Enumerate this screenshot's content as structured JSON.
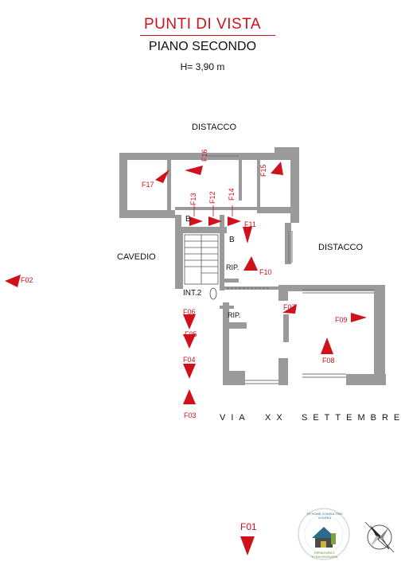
{
  "header": {
    "title": "PUNTI DI VISTA",
    "floor": "PIANO SECONDO",
    "height": "H= 3,90 m"
  },
  "labels": {
    "distacco_top": "DISTACCO",
    "distacco_right": "DISTACCO",
    "cavedio": "CAVEDIO",
    "int2": "INT.2",
    "rip1": "RIP.",
    "rip2": "RIP.",
    "b1": "B",
    "b2": "B"
  },
  "street": {
    "part1": "VIA",
    "part2": "XX",
    "part3": "SETTEMBRE"
  },
  "viewpoints": {
    "f01": "F01",
    "f02": "F02",
    "f03": "F03",
    "f04": "F04",
    "f05": "F05",
    "f06": "F06",
    "f07": "F07",
    "f08": "F08",
    "f09": "F09",
    "f10": "F10",
    "f11": "F11",
    "f12": "F12",
    "f13": "F13",
    "f14": "F14",
    "f15": "F15",
    "f16": "F16",
    "f17": "F17"
  },
  "logo": {
    "top_text": "ST HOME CONSULTING LIGURIA",
    "bottom_text": "RIFINITURA E STRAORDINARIA"
  },
  "colors": {
    "wall": "#9a9a9a",
    "arrow": "#d0101a",
    "accent": "#d0101a"
  }
}
